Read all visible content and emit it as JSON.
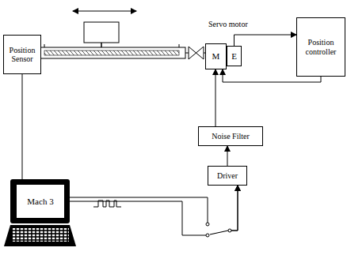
{
  "diagram": {
    "nodes": [
      {
        "text": [
          "Position Sensor"
        ]
      },
      {
        "text": [
          "M"
        ]
      },
      {
        "text": [
          "E"
        ]
      },
      {
        "text": [
          "Position controller"
        ]
      },
      {
        "text": [
          "Noise Filter"
        ]
      },
      {
        "text": [
          "Driver"
        ]
      },
      {
        "text": [
          "Mach 3"
        ]
      }
    ],
    "edges": [
      {
        "from": 5,
        "to": 4,
        "arrow": "to"
      },
      {
        "from": 4,
        "to": 1,
        "arrow": "to"
      },
      {
        "from": 2,
        "to": 3,
        "arrow": "to"
      },
      {
        "from": 3,
        "to": 1,
        "arrow": "to"
      },
      {
        "from": 0,
        "to": 5,
        "arrow": "to"
      },
      {
        "from": 6,
        "to": 5,
        "arrow": "to"
      }
    ],
    "labels": [
      "Servo motor"
    ]
  }
}
